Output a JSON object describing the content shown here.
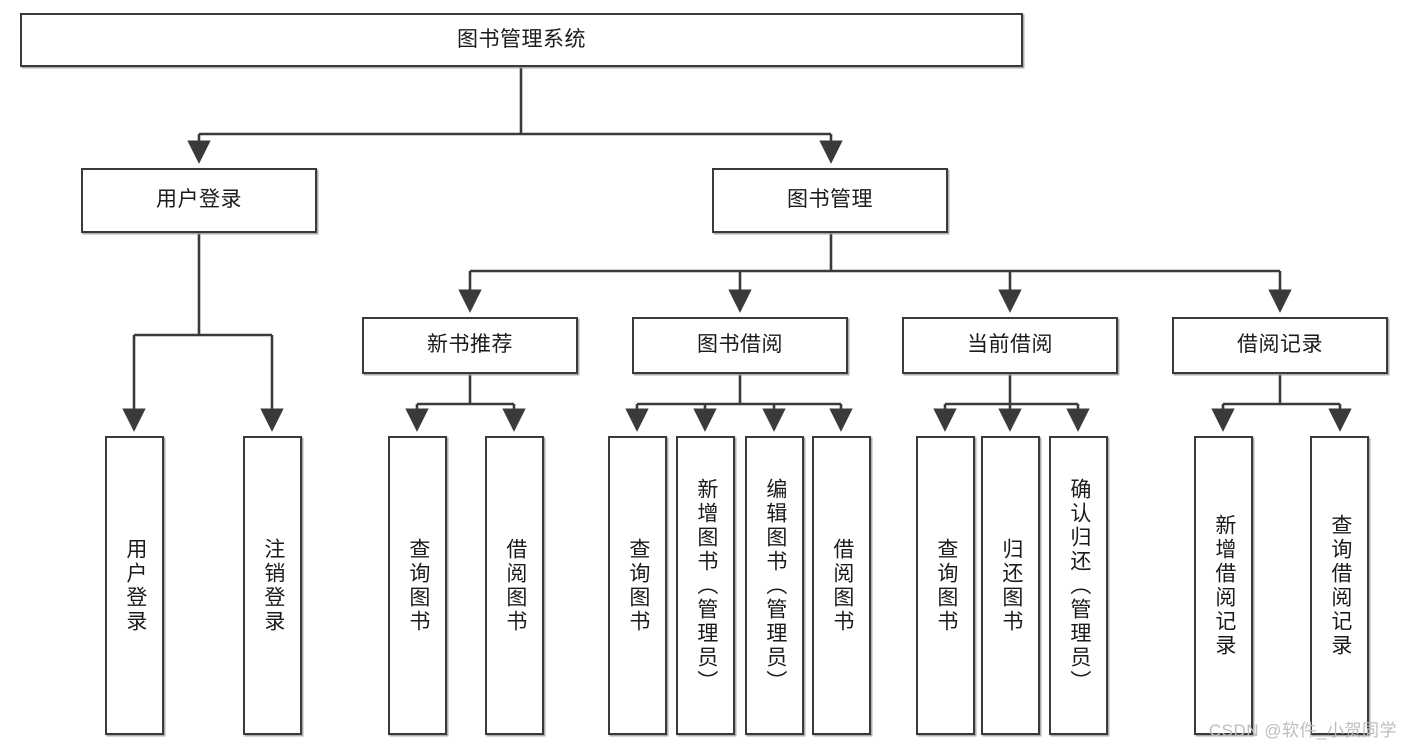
{
  "diagram": {
    "type": "tree",
    "title": "图书管理系统",
    "orientation": "top-down",
    "root": {
      "id": "root",
      "label": "图书管理系统",
      "level": 0
    },
    "level2": [
      {
        "id": "user-login",
        "label": "用户登录"
      },
      {
        "id": "book-management",
        "label": "图书管理"
      }
    ],
    "level3": [
      {
        "id": "new-book-recommend",
        "label": "新书推荐",
        "parent": "book-management"
      },
      {
        "id": "book-borrow",
        "label": "图书借阅",
        "parent": "book-management"
      },
      {
        "id": "current-borrow",
        "label": "当前借阅",
        "parent": "book-management"
      },
      {
        "id": "borrow-record",
        "label": "借阅记录",
        "parent": "book-management"
      }
    ],
    "leaves": {
      "user-login": [
        {
          "id": "leaf-user-login",
          "label": "用户登录"
        },
        {
          "id": "leaf-user-logout",
          "label": "注销登录"
        }
      ],
      "new-book-recommend": [
        {
          "id": "leaf-query-book-1",
          "label": "查询图书"
        },
        {
          "id": "leaf-borrow-book-1",
          "label": "借阅图书"
        }
      ],
      "book-borrow": [
        {
          "id": "leaf-query-book-2",
          "label": "查询图书"
        },
        {
          "id": "leaf-add-book",
          "label": "新增图书（管理员）"
        },
        {
          "id": "leaf-edit-book",
          "label": "编辑图书（管理员）"
        },
        {
          "id": "leaf-borrow-book-2",
          "label": "借阅图书"
        }
      ],
      "current-borrow": [
        {
          "id": "leaf-query-book-3",
          "label": "查询图书"
        },
        {
          "id": "leaf-return-book",
          "label": "归还图书"
        },
        {
          "id": "leaf-confirm-return",
          "label": "确认归还（管理员）"
        }
      ],
      "borrow-record": [
        {
          "id": "leaf-add-record",
          "label": "新增借阅记录"
        },
        {
          "id": "leaf-query-record",
          "label": "查询借阅记录"
        }
      ]
    }
  },
  "watermark": {
    "text": "CSDN @软件_小贺同学"
  },
  "colors": {
    "stroke": "#3a3a3a",
    "background": "#ffffff",
    "text": "#1b1b1b",
    "watermark": "#bdbdbd"
  }
}
